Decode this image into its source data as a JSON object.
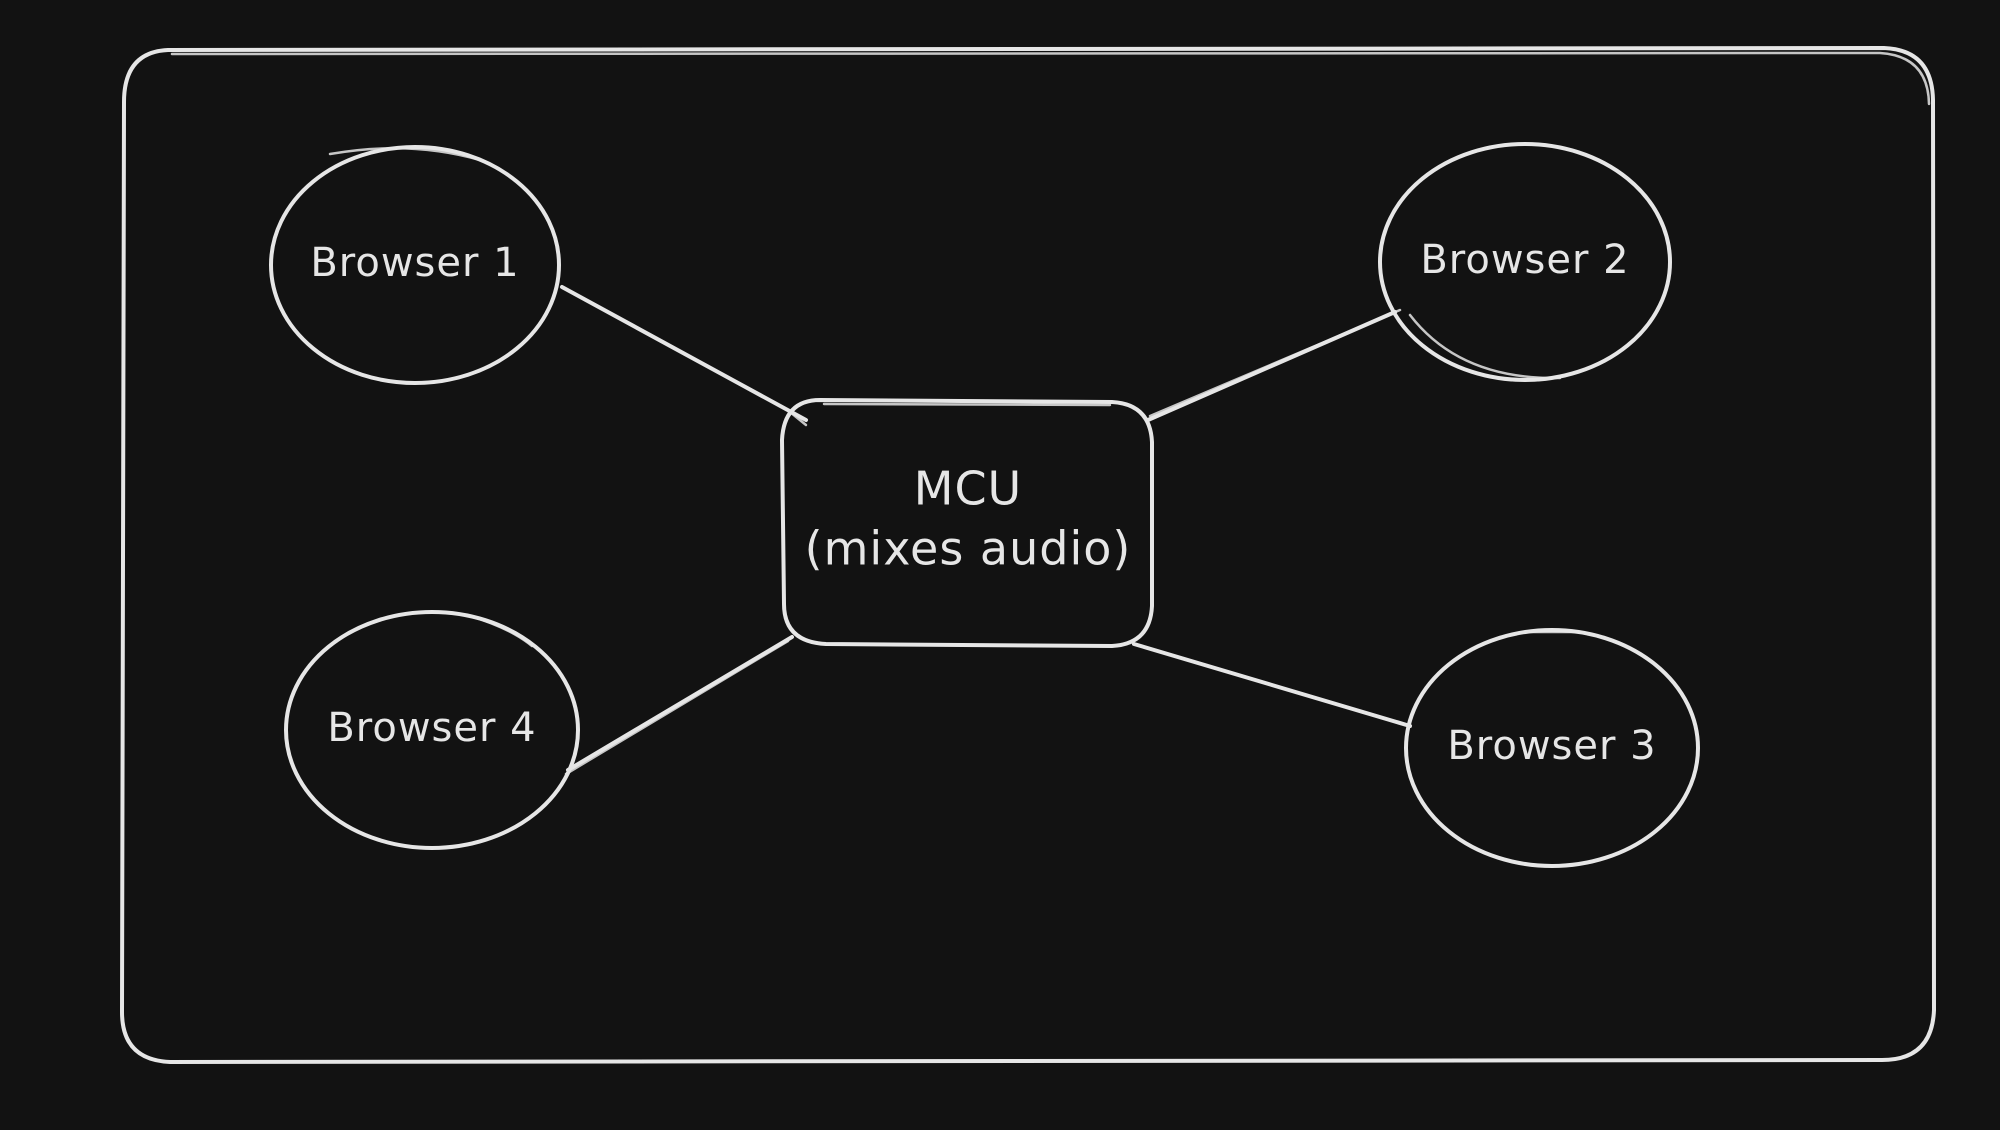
{
  "diagram": {
    "hub": {
      "line1": "MCU",
      "line2": "(mixes audio)"
    },
    "nodes": [
      {
        "label": "Browser 1"
      },
      {
        "label": "Browser 2"
      },
      {
        "label": "Browser 3"
      },
      {
        "label": "Browser 4"
      }
    ],
    "colors": {
      "background": "#121212",
      "stroke": "#e6e6e6"
    }
  }
}
